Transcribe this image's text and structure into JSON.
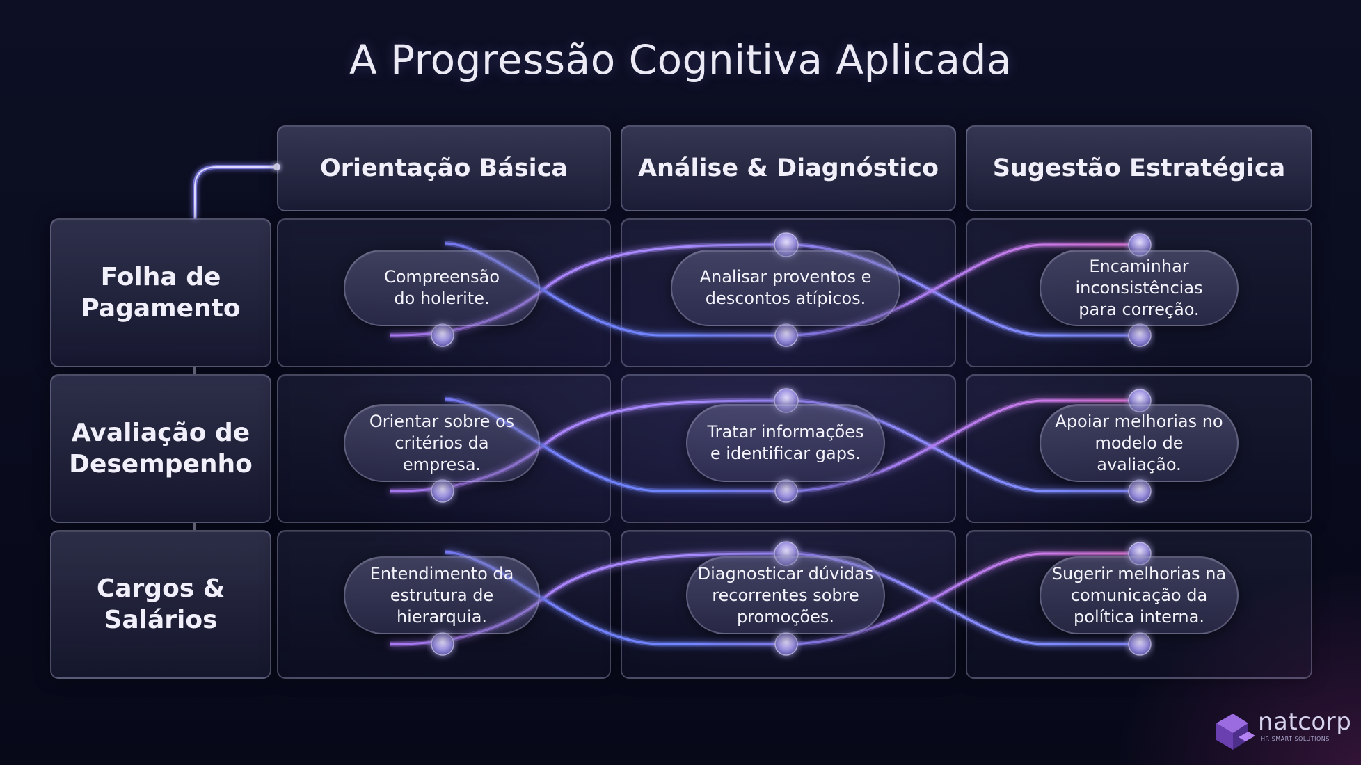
{
  "title": "A Progressão Cognitiva Aplicada",
  "columns": [
    "Orientação Básica",
    "Análise & Diagnóstico",
    "Sugestão Estratégica"
  ],
  "rows": [
    {
      "label": [
        "Folha de",
        "Pagamento"
      ],
      "cells": [
        [
          "Compreensão",
          "do holerite."
        ],
        [
          "Analisar proventos e",
          "descontos atípicos."
        ],
        [
          "Encaminhar",
          "inconsistências",
          "para correção."
        ]
      ]
    },
    {
      "label": [
        "Avaliação de",
        "Desempenho"
      ],
      "cells": [
        [
          "Orientar sobre os",
          "critérios da",
          "empresa."
        ],
        [
          "Tratar informações",
          "e identificar gaps."
        ],
        [
          "Apoiar melhorias no",
          "modelo de avaliação."
        ]
      ]
    },
    {
      "label": [
        "Cargos &",
        "Salários"
      ],
      "cells": [
        [
          "Entendimento da",
          "estrutura de",
          "hierarquia."
        ],
        [
          "Diagnosticar dúvidas",
          "recorrentes sobre",
          "promoções."
        ],
        [
          "Sugerir melhorias na",
          "comunicação da",
          "política interna."
        ]
      ]
    }
  ],
  "logo": {
    "name": "natcorp",
    "tagline": "HR SMART SOLUTIONS"
  },
  "colors": {
    "background": "#0a0c1f",
    "wave_purple": "#c07cff",
    "wave_blue": "#6f86ff",
    "wave_pink": "#ff6fb5",
    "text": "#f1eff9"
  }
}
